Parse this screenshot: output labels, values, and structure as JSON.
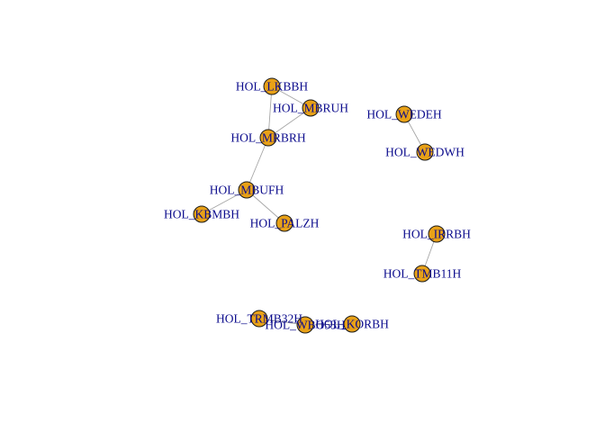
{
  "graph": {
    "node_color": "#e8a117",
    "label_color": "#0b0b8c",
    "edge_color": "#a6a6a6",
    "nodes": [
      {
        "id": "LKBBH",
        "label": "HOL_LKBBH"
      },
      {
        "id": "MBRUH",
        "label": "HOL_MBRUH"
      },
      {
        "id": "MRBRH",
        "label": "HOL_MRBRH"
      },
      {
        "id": "MBUFH",
        "label": "HOL_MBUFH"
      },
      {
        "id": "KBMBH",
        "label": "HOL_KBMBH"
      },
      {
        "id": "PALZH",
        "label": "HOL_PALZH"
      },
      {
        "id": "WEDEH",
        "label": "HOL_WEDEH"
      },
      {
        "id": "WEDWH",
        "label": "HOL_WEDWH"
      },
      {
        "id": "IRRBH",
        "label": "HOL_IRRBH"
      },
      {
        "id": "TMB11H",
        "label": "HOL_TMB11H"
      },
      {
        "id": "TRMB32H",
        "label": "HOL_TRMB32H"
      },
      {
        "id": "WBO53H",
        "label": "HOL_WBO53H"
      },
      {
        "id": "KORBH",
        "label": "HOL_KORBH"
      }
    ],
    "edges": [
      [
        "LKBBH",
        "MBRUH"
      ],
      [
        "LKBBH",
        "MRBRH"
      ],
      [
        "MBRUH",
        "MRBRH"
      ],
      [
        "MRBRH",
        "MBUFH"
      ],
      [
        "MBUFH",
        "KBMBH"
      ],
      [
        "MBUFH",
        "PALZH"
      ],
      [
        "WEDEH",
        "WEDWH"
      ],
      [
        "IRRBH",
        "TMB11H"
      ],
      [
        "TRMB32H",
        "WBO53H"
      ],
      [
        "WBO53H",
        "KORBH"
      ]
    ]
  }
}
